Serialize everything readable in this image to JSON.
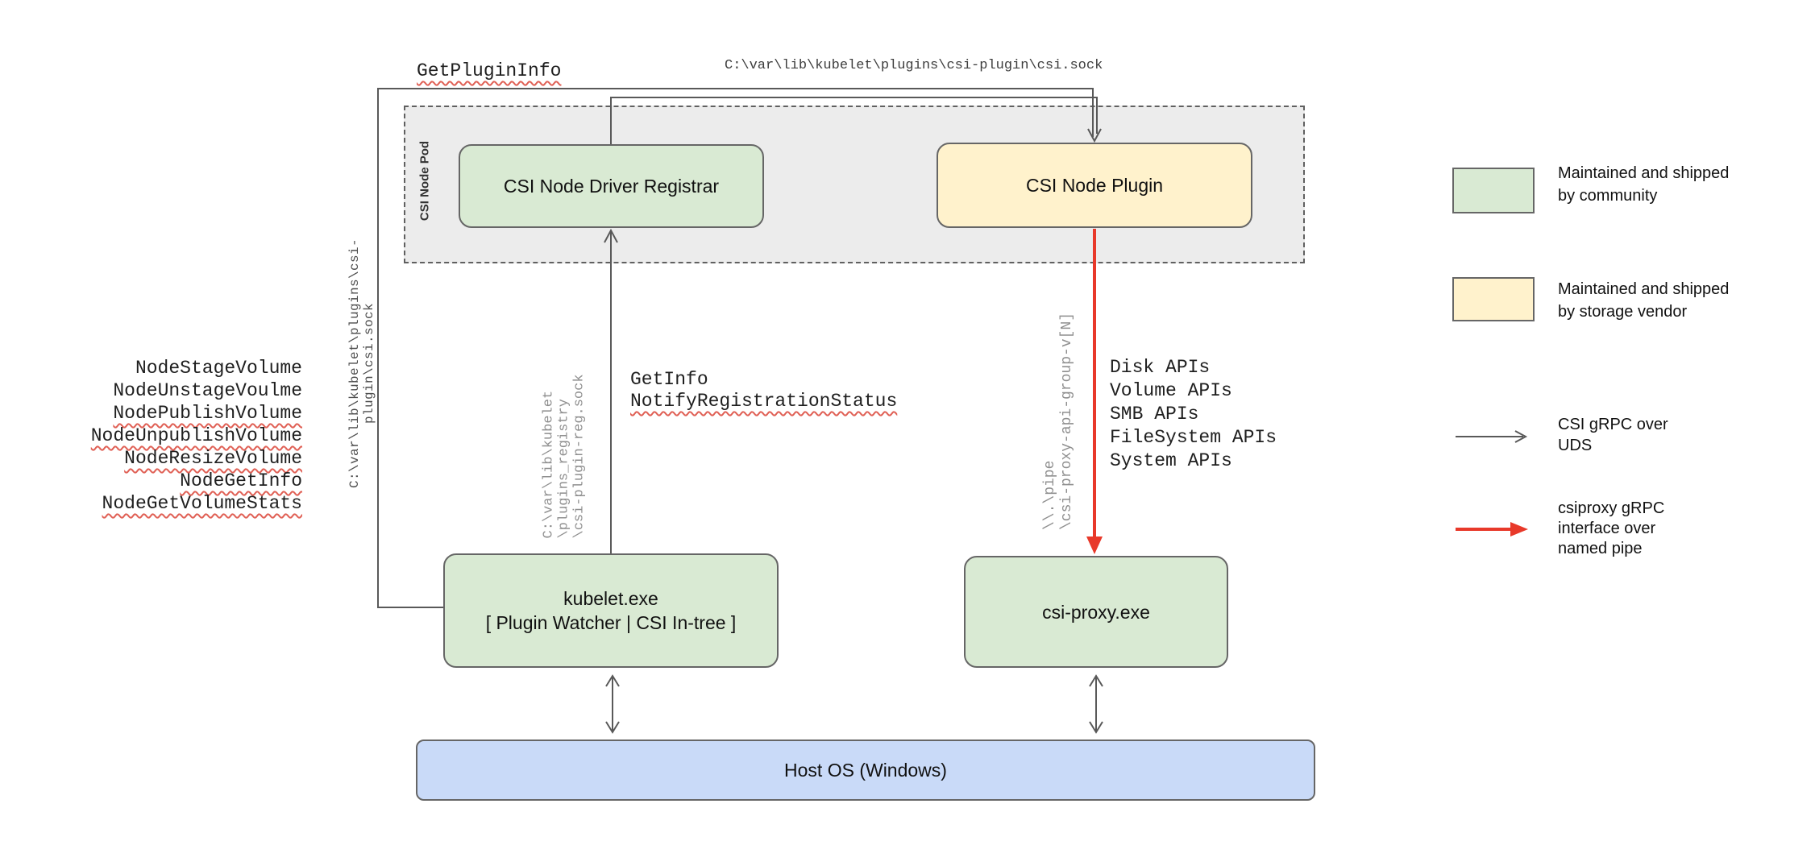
{
  "pod": {
    "label": "CSI Node Pod"
  },
  "nodes": {
    "registrar": {
      "label": "CSI Node Driver Registrar"
    },
    "plugin": {
      "label": "CSI Node Plugin"
    },
    "kubelet": {
      "label": "kubelet.exe\n[ Plugin Watcher | CSI In-tree ]"
    },
    "csi_proxy": {
      "label": "csi-proxy.exe"
    },
    "host": {
      "label": "Host OS (Windows)"
    }
  },
  "annotations": {
    "get_plugin_info": "GetPluginInfo",
    "top_socket_path": "C:\\var\\lib\\kubelet\\plugins\\csi-plugin\\csi.sock",
    "left_socket_path": "C:\\var\\lib\\kubelet\\plugins\\csi-plugin\\csi.sock",
    "registry_socket_path": {
      "line1": "C:\\var\\lib\\kubelet",
      "line2": "\\plugins_registry",
      "line3": "\\csi-plugin-reg.sock"
    },
    "named_pipe_path": {
      "line1": "\\\\.\\pipe",
      "line2": "\\csi-proxy-api-group-v[N]"
    },
    "registration_calls": {
      "line1": "GetInfo",
      "line2": "NotifyRegistrationStatus"
    },
    "node_rpcs": [
      "NodeStageVolume",
      "NodeUnstageVoulme",
      "NodePublishVolume",
      "NodeUnpublishVolume",
      "NodeResizeVolume",
      "NodeGetInfo",
      "NodeGetVolumeStats"
    ],
    "proxy_apis": [
      "Disk APIs",
      "Volume APIs",
      "SMB APIs",
      "FileSystem APIs",
      "System APIs"
    ]
  },
  "legend": {
    "community": {
      "label": "Maintained and shipped\nby community"
    },
    "vendor": {
      "label": "Maintained and shipped\nby storage vendor"
    },
    "uds": {
      "label": "CSI gRPC over\nUDS"
    },
    "named_pipe": {
      "label": "csiproxy gRPC\ninterface over\nnamed pipe"
    }
  },
  "colors": {
    "community_fill": "#d9ead3",
    "vendor_fill": "#fff2cc",
    "host_fill": "#c9daf8",
    "pod_fill": "#ececec",
    "box_border": "#666666",
    "wire_gray": "#595959",
    "wire_red": "#e8392a",
    "spellcheck_red": "#e06055"
  }
}
